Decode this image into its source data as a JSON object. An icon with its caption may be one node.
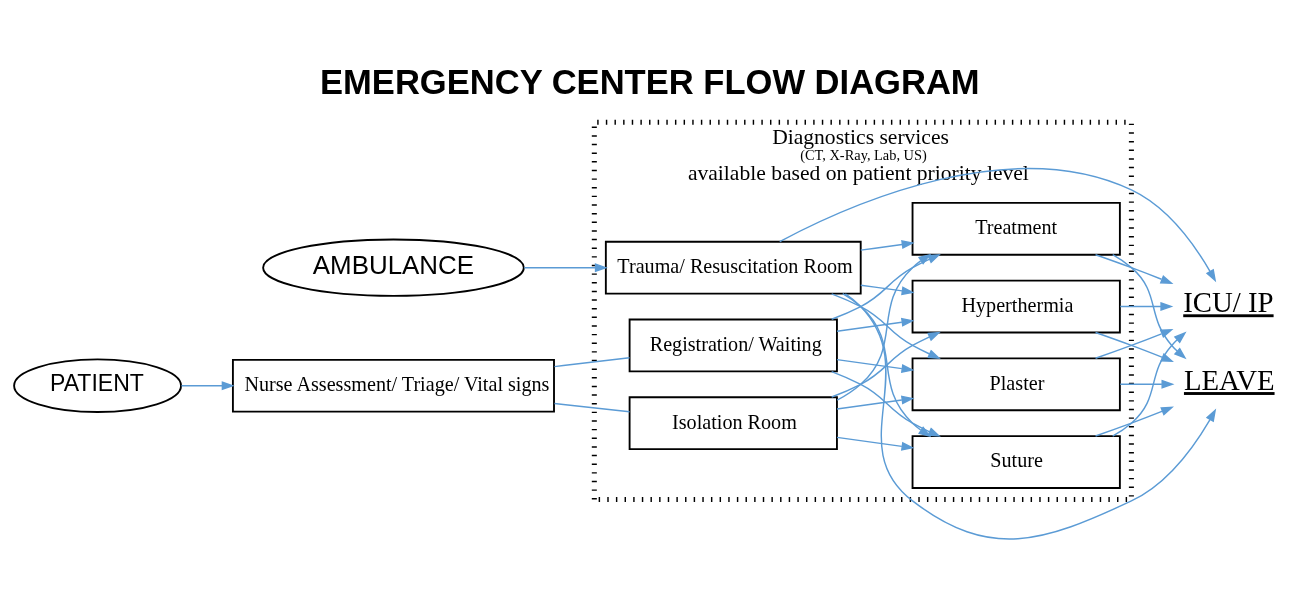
{
  "diagram": {
    "title": "EMERGENCY CENTER FLOW DIAGRAM",
    "nodes": [
      {
        "text": [
          "AMBULANCE"
        ]
      },
      {
        "text": [
          "PATIENT"
        ]
      },
      {
        "text": [
          "Nurse Assessment/ Triage/ Vital signs"
        ]
      },
      {
        "text": [
          "Diagnostics services",
          "(CT, X-Ray, Lab, US)",
          "available based on patient priority level"
        ]
      },
      {
        "text": [
          "Trauma/ Resuscitation Room"
        ],
        "in": 3
      },
      {
        "text": [
          "Registration/ Waiting"
        ],
        "in": 3
      },
      {
        "text": [
          "Isolation Room"
        ],
        "in": 3
      },
      {
        "text": [
          "Suture"
        ],
        "in": 3
      },
      {
        "text": [
          "Plaster"
        ],
        "in": 3
      },
      {
        "text": [
          "Hyperthermia"
        ],
        "in": 3
      },
      {
        "text": [
          "Treatment"
        ],
        "in": 3
      },
      {
        "text": [
          "ICU/ IP"
        ]
      },
      {
        "text": [
          "LEAVE"
        ]
      }
    ],
    "edges": [
      {
        "from": 0,
        "to": 4,
        "arrow": "to"
      },
      {
        "from": 1,
        "to": 2,
        "arrow": "to"
      },
      {
        "from": 2,
        "to": 5,
        "arrow": "none"
      },
      {
        "from": 2,
        "to": 6,
        "arrow": "none"
      },
      {
        "from": 4,
        "to": 7,
        "arrow": "to"
      },
      {
        "from": 4,
        "to": 8,
        "arrow": "to"
      },
      {
        "from": 4,
        "to": 9,
        "arrow": "to"
      },
      {
        "from": 4,
        "to": 10,
        "arrow": "to"
      },
      {
        "from": 5,
        "to": 7,
        "arrow": "to"
      },
      {
        "from": 5,
        "to": 8,
        "arrow": "to"
      },
      {
        "from": 5,
        "to": 9,
        "arrow": "to"
      },
      {
        "from": 5,
        "to": 10,
        "arrow": "to"
      },
      {
        "from": 6,
        "to": 7,
        "arrow": "to"
      },
      {
        "from": 6,
        "to": 8,
        "arrow": "to"
      },
      {
        "from": 6,
        "to": 9,
        "arrow": "to"
      },
      {
        "from": 6,
        "to": 10,
        "arrow": "to"
      },
      {
        "from": 4,
        "to": 11,
        "arrow": "to"
      },
      {
        "from": 4,
        "to": 12,
        "arrow": "to"
      },
      {
        "from": 7,
        "to": 11,
        "arrow": "to"
      },
      {
        "from": 7,
        "to": 12,
        "arrow": "to"
      },
      {
        "from": 8,
        "to": 11,
        "arrow": "to"
      },
      {
        "from": 8,
        "to": 12,
        "arrow": "to"
      },
      {
        "from": 9,
        "to": 11,
        "arrow": "to"
      },
      {
        "from": 9,
        "to": 12,
        "arrow": "to"
      },
      {
        "from": 10,
        "to": 11,
        "arrow": "to"
      },
      {
        "from": 10,
        "to": 12,
        "arrow": "to"
      }
    ]
  }
}
